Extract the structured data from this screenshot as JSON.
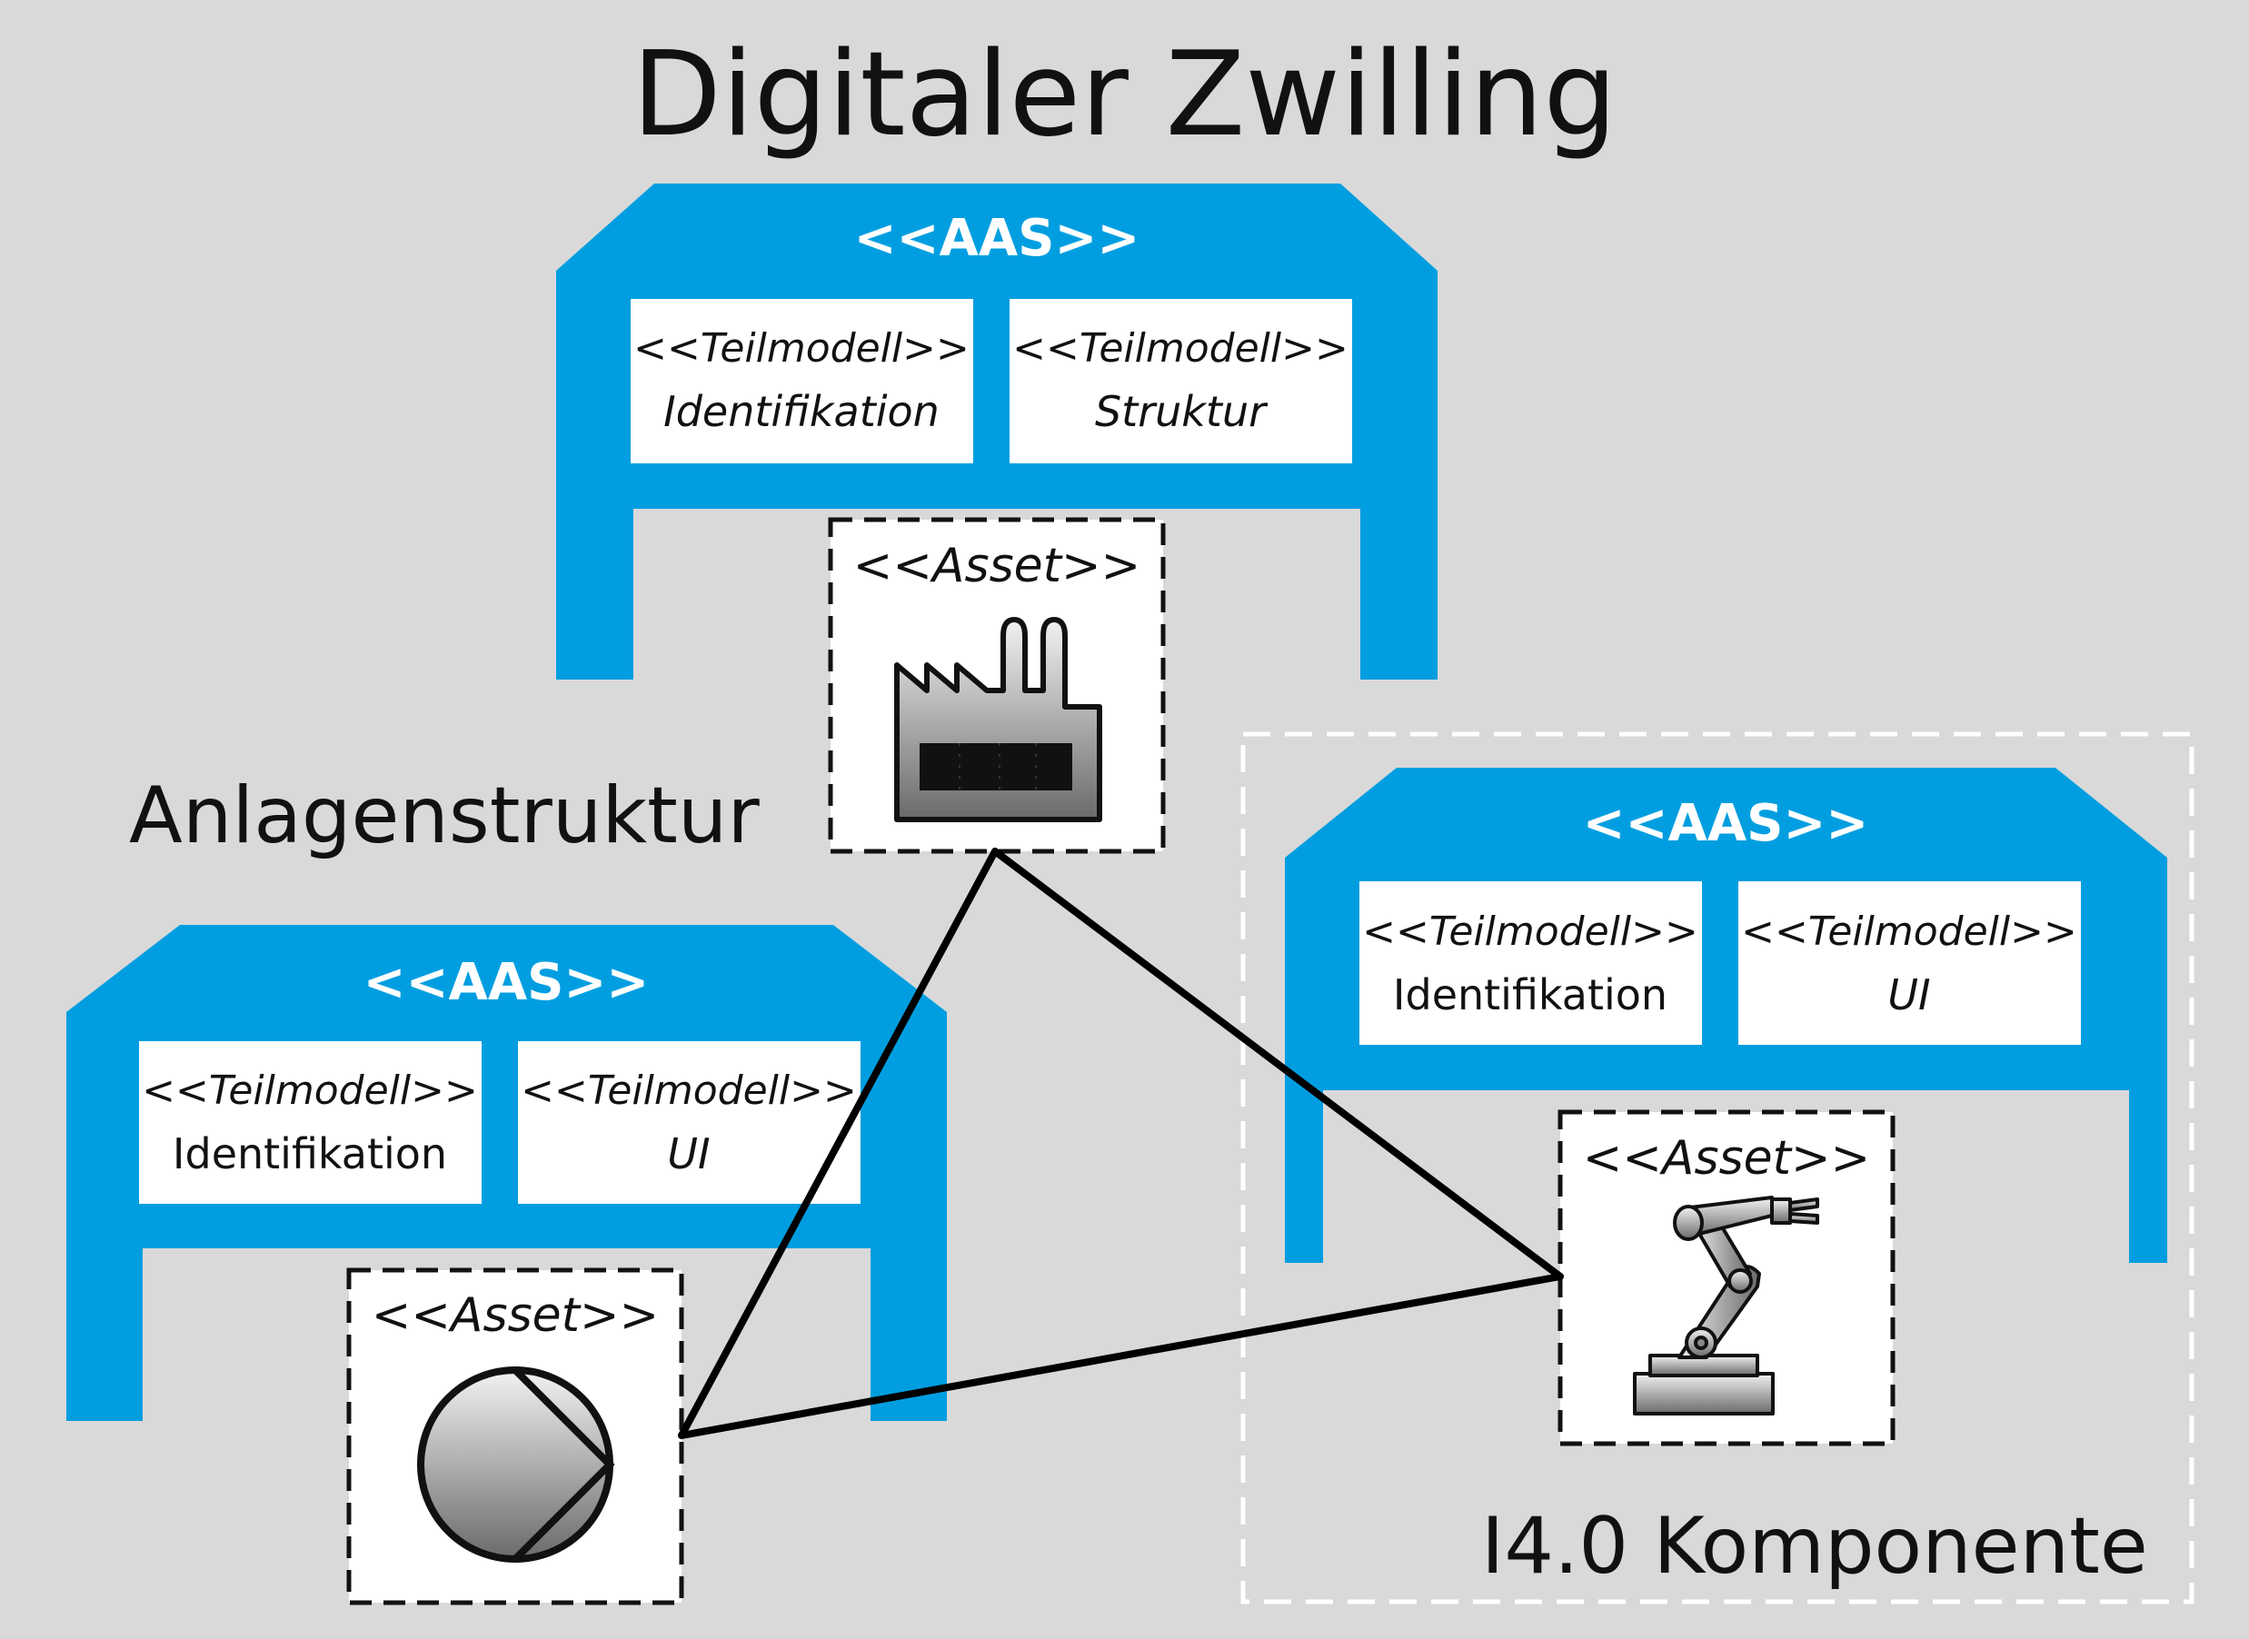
{
  "title": "Digitaler Zwilling",
  "group_labels": {
    "plant_structure": "Anlagenstruktur",
    "component": "I4.0 Komponente"
  },
  "colors": {
    "background": "#d9d9d9",
    "aas_blue": "#009ee0",
    "submodel_fill": "#ffffff",
    "line": "#000000",
    "component_border": "#ffffff"
  },
  "shells": [
    {
      "id": "top",
      "header": "<<AAS>>",
      "submodels": [
        {
          "stereotype": "<<Teilmodell>>",
          "name": "Identifikation",
          "name_italic": true
        },
        {
          "stereotype": "<<Teilmodell>>",
          "name": "Struktur",
          "name_italic": true
        }
      ],
      "asset": {
        "stereotype": "<<Asset>>",
        "icon": "factory-icon"
      }
    },
    {
      "id": "left",
      "header": "<<AAS>>",
      "submodels": [
        {
          "stereotype": "<<Teilmodell>>",
          "name": "Identifikation",
          "name_italic": false
        },
        {
          "stereotype": "<<Teilmodell>>",
          "name": "UI",
          "name_italic": true
        }
      ],
      "asset": {
        "stereotype": "<<Asset>>",
        "icon": "pump-icon"
      }
    },
    {
      "id": "right",
      "header": "<<AAS>>",
      "submodels": [
        {
          "stereotype": "<<Teilmodell>>",
          "name": "Identifikation",
          "name_italic": false
        },
        {
          "stereotype": "<<Teilmodell>>",
          "name": "UI",
          "name_italic": true
        }
      ],
      "asset": {
        "stereotype": "<<Asset>>",
        "icon": "robot-arm-icon"
      }
    }
  ]
}
